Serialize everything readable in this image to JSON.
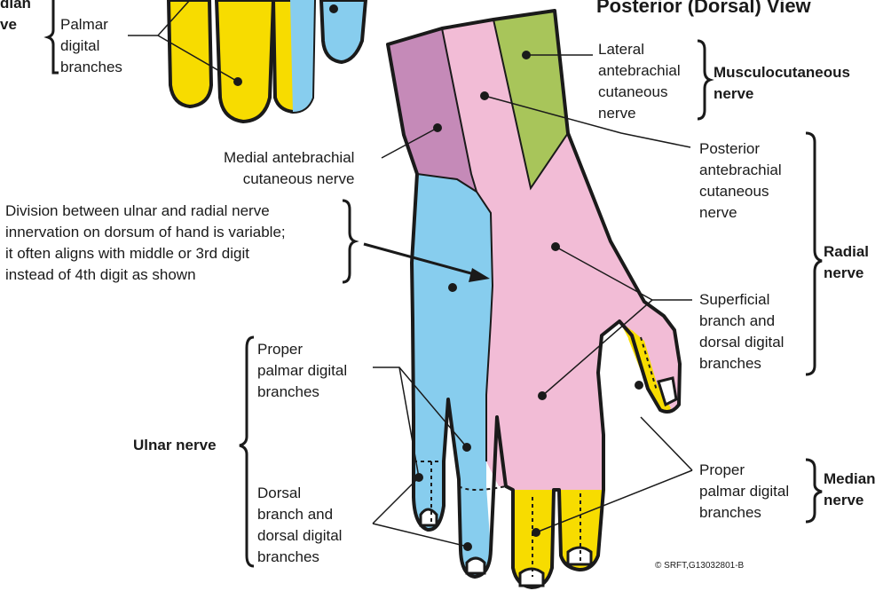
{
  "view_title": "Posterior (Dorsal) View",
  "inset": {
    "nerve_fragment": [
      "dian",
      "ve"
    ],
    "palmar_digital_branches": [
      "Palmar",
      "digital",
      "branches"
    ]
  },
  "labels": {
    "lateral_antebrachial": [
      "Lateral",
      "antebrachial",
      "cutaneous",
      "nerve"
    ],
    "musculocutaneous_nerve": [
      "Musculocutaneous",
      "nerve"
    ],
    "medial_antebrachial": [
      "Medial antebrachial",
      "cutaneous nerve"
    ],
    "posterior_antebrachial": [
      "Posterior",
      "antebrachial",
      "cutaneous",
      "nerve"
    ],
    "division_note": [
      "Division between ulnar and radial nerve",
      "innervation on dorsum of hand is variable;",
      "it often aligns with middle or 3rd digit",
      "instead of 4th digit as shown"
    ],
    "radial_nerve": [
      "Radial",
      "nerve"
    ],
    "superficial_branch": [
      "Superficial",
      "branch and",
      "dorsal digital",
      "branches"
    ],
    "proper_palmar_ulnar": [
      "Proper",
      "palmar digital",
      "branches"
    ],
    "ulnar_nerve": "Ulnar nerve",
    "dorsal_branch": [
      "Dorsal",
      "branch and",
      "dorsal digital",
      "branches"
    ],
    "proper_palmar_median": [
      "Proper",
      "palmar digital",
      "branches"
    ],
    "median_nerve": [
      "Median",
      "nerve"
    ]
  },
  "credit": "© SRFT,G13032801-B",
  "colors": {
    "ulnar": "#87cdee",
    "radial": "#f2bcd6",
    "median": "#f7dc00",
    "musculocutaneous": "#a8c55a",
    "medial_antebrachial": "#c58ab8",
    "outline": "#1a1a1a"
  }
}
